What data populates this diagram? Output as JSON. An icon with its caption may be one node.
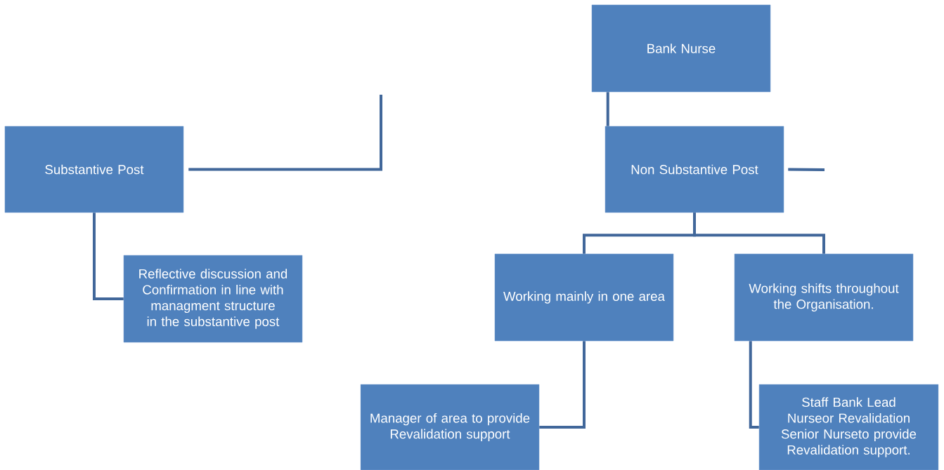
{
  "diagram": {
    "nodes": [
      {
        "text": [
          "Bank Nurse"
        ]
      },
      {
        "text": [
          "Substantive Post"
        ]
      },
      {
        "text": [
          "Non Substantive Post"
        ]
      },
      {
        "text": [
          "Reflective discussion and Confirmation in line with managment structure in the substantive post"
        ]
      },
      {
        "text": [
          "Working mainly in one area"
        ]
      },
      {
        "text": [
          "Working shifts throughout the Organisation."
        ]
      },
      {
        "text": [
          "Manager of area to provide Revalidation support"
        ]
      },
      {
        "text": [
          "Staff Bank Lead Nurseor Revalidation Senior Nurseto provide Revalidation support."
        ]
      }
    ],
    "edges": [
      {
        "from": 1,
        "to": null,
        "arrow": "none"
      },
      {
        "from": 0,
        "to": 2,
        "arrow": "none"
      },
      {
        "from": 2,
        "to": null,
        "arrow": "none"
      },
      {
        "from": 2,
        "to": 4,
        "arrow": "none"
      },
      {
        "from": 2,
        "to": 5,
        "arrow": "none"
      },
      {
        "from": 1,
        "to": 3,
        "arrow": "none"
      },
      {
        "from": 4,
        "to": 6,
        "arrow": "none"
      },
      {
        "from": 5,
        "to": 7,
        "arrow": "none"
      }
    ]
  }
}
